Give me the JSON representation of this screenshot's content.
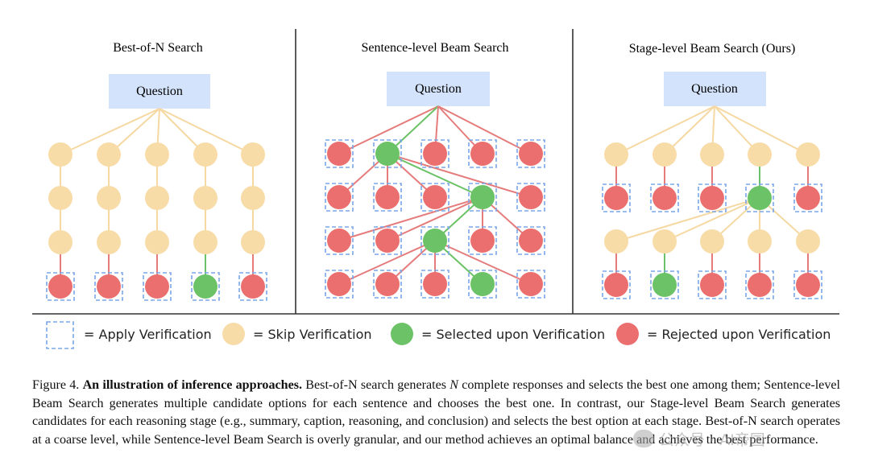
{
  "panels": [
    {
      "title": "Best-of-N Search",
      "question": "Question"
    },
    {
      "title": "Sentence-level Beam Search",
      "question": "Question"
    },
    {
      "title": "Stage-level Beam Search (Ours)",
      "question": "Question"
    }
  ],
  "legend": {
    "apply": "=  Apply Verification",
    "skip": "=  Skip Verification",
    "selected": "=  Selected upon Verification",
    "rejected": "=  Rejected upon Verification"
  },
  "colors": {
    "question_box": "#d3e3fb",
    "skip": "#f8dca8",
    "selected": "#6cc266",
    "rejected": "#ec6f6f",
    "verify_box": "#7aa6e8",
    "edge_skip": "#f5d8a2",
    "edge_rejected": "#e57b7b",
    "edge_selected": "#6cc266"
  },
  "caption": {
    "label": "Figure 4.",
    "title": "An illustration of inference approaches.",
    "text_a": "Best-of-N search generates",
    "n": "N",
    "text_b": "complete responses and selects the best one among them; Sentence-level Beam Search generates multiple candidate options for each sentence and chooses the best one. In contrast, our Stage-level Beam Search generates candidates for each reasoning stage (e.g., summary, caption, reasoning, and conclusion) and selects the best option at each stage. Best-of-N search operates at a coarse level, while Sentence-level Beam Search is overly granular, and our method achieves an optimal balance and achieves the best performance."
  },
  "watermark": {
    "text": "公众号 · AI帝国"
  }
}
